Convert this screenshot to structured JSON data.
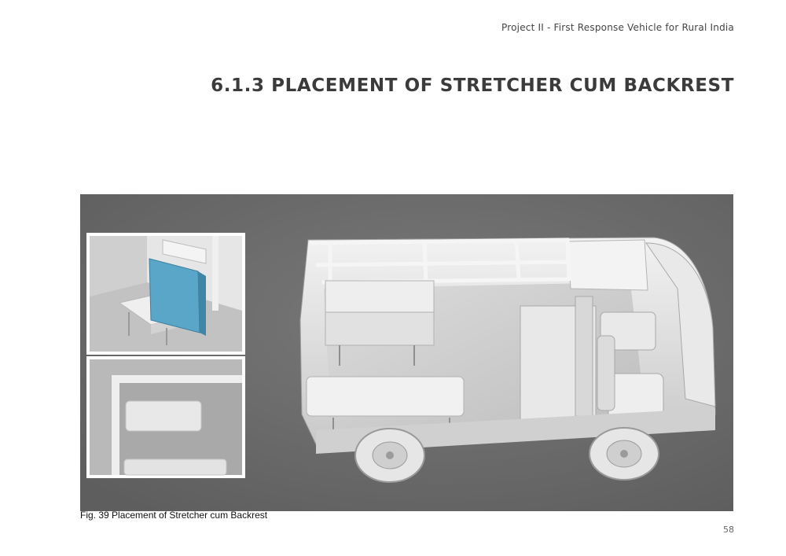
{
  "header": {
    "running_title": "Project II - First Response Vehicle for Rural India"
  },
  "section": {
    "heading": "6.1.3 PLACEMENT OF STRETCHER CUM BACKREST"
  },
  "figure": {
    "caption": "Fig. 39 Placement of Stretcher cum Backrest",
    "background_color": "#6b6b6b",
    "stretcher_color": "#5aa6c8"
  },
  "footer": {
    "page_number": "58"
  }
}
